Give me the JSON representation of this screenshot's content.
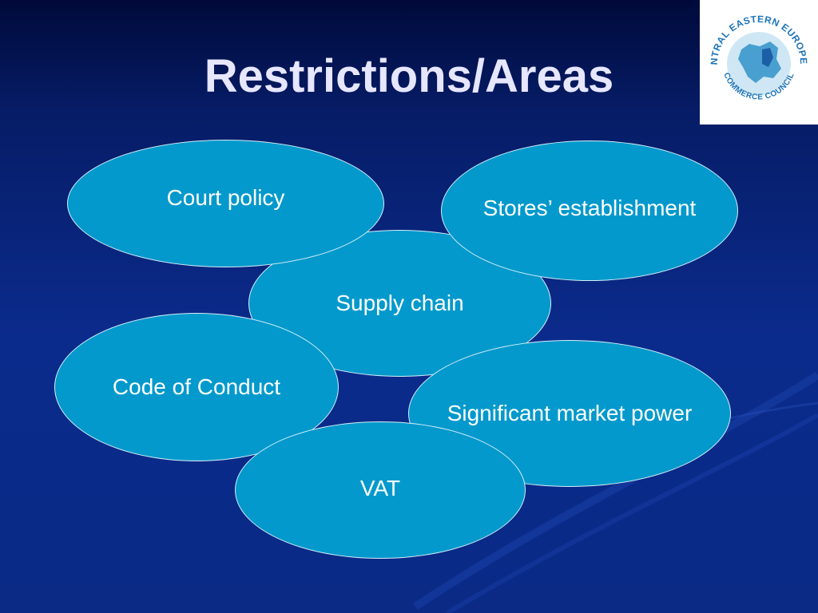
{
  "slide": {
    "title": "Restrictions/Areas",
    "logo": {
      "text_top": "CENTRAL EASTERN EUROPEAN",
      "text_bottom": "COMMERCE COUNCIL"
    },
    "bubbles": {
      "court_policy": "Court policy",
      "stores_establishment": "Stores’ establishment",
      "supply_chain": "Supply chain",
      "code_of_conduct": "Code of Conduct",
      "significant_market_power": "Significant market power",
      "vat": "VAT"
    }
  },
  "colors": {
    "bubble_fill": "#0399cc",
    "title_text": "#e6e6ff",
    "background": "#0b2b8c"
  }
}
